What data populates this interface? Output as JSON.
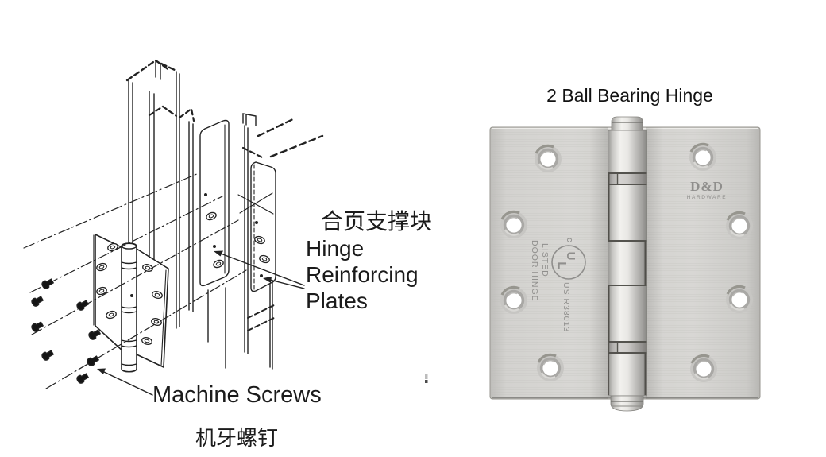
{
  "diagram": {
    "labels": {
      "support_block_cn": "合页支撑块",
      "reinforcing_plates": "Hinge\nReinforcing\nPlates",
      "machine_screws": "Machine Screws",
      "machine_screws_cn": "机牙螺钉"
    }
  },
  "product": {
    "title": "2 Ball Bearing Hinge",
    "engraving": {
      "brand": "D&D",
      "brand_sub": "HARDWARE",
      "ul_prefix": "c",
      "ul_u": "U",
      "ul_l": "L",
      "ul_code": "US R38013",
      "ul_listed": "LISTED",
      "ul_product": "DOOR HINGE"
    },
    "colors": {
      "steel_highlight": "#f2f1ee",
      "steel_mid": "#d5d4d1",
      "steel_dark": "#a3a29f",
      "engraving_gray": "#8f8e8c",
      "line_black": "#1f1f1f"
    }
  }
}
